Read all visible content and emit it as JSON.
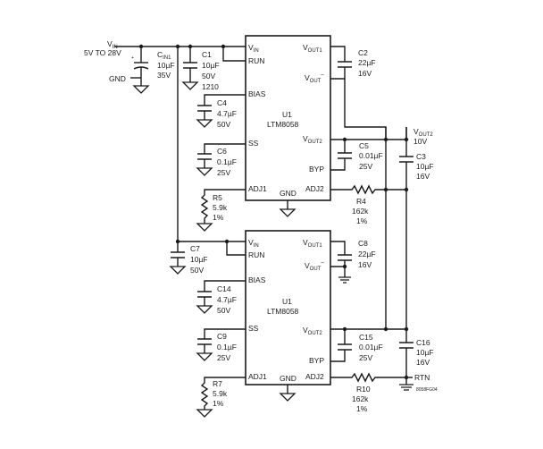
{
  "input": {
    "vin": "V",
    "vin_sub": "IN",
    "range": "5V TO 28V",
    "gnd": "GND"
  },
  "cin": {
    "ref": "C",
    "ref_sub": "IN1",
    "value": "10µF",
    "rating": "35V"
  },
  "c1": {
    "ref": "C1",
    "value": "10µF",
    "rating": "50V",
    "pkg": "1210"
  },
  "u1": {
    "ref": "U1",
    "part": "LTM8058",
    "pins": {
      "vin": "V",
      "vin_sub": "IN",
      "run": "RUN",
      "bias": "BIAS",
      "ss": "SS",
      "adj1": "ADJ1",
      "gnd": "GND",
      "vout1": "V",
      "vout1_sub": "OUT1",
      "vout_neg": "V",
      "vout_neg_sub": "OUT",
      "vout_neg_sup": "–",
      "vout2": "V",
      "vout2_sub": "OUT2",
      "byp": "BYP",
      "adj2": "ADJ2"
    },
    "c4": {
      "ref": "C4",
      "value": "4.7µF",
      "rating": "50V"
    },
    "c6": {
      "ref": "C6",
      "value": "0.1µF",
      "rating": "25V"
    },
    "r5": {
      "ref": "R5",
      "value": "5.9k",
      "tol": "1%"
    },
    "c2": {
      "ref": "C2",
      "value": "22µF",
      "rating": "16V"
    },
    "c5": {
      "ref": "C5",
      "value": "0.01µF",
      "rating": "25V"
    },
    "r4": {
      "ref": "R4",
      "value": "162k",
      "tol": "1%"
    }
  },
  "c3": {
    "ref": "C3",
    "value": "10µF",
    "rating": "16V"
  },
  "output": {
    "vout": "V",
    "vout_sub": "OUT2",
    "voltage": "10V",
    "rtn": "RTN"
  },
  "c7": {
    "ref": "C7",
    "value": "10µF",
    "rating": "50V"
  },
  "u2": {
    "ref": "U1",
    "part": "LTM8058",
    "pins": {
      "vin": "V",
      "vin_sub": "IN",
      "run": "RUN",
      "bias": "BIAS",
      "ss": "SS",
      "adj1": "ADJ1",
      "gnd": "GND",
      "vout1": "V",
      "vout1_sub": "OUT1",
      "vout_neg": "V",
      "vout_neg_sub": "OUT",
      "vout_neg_sup": "–",
      "vout2": "V",
      "vout2_sub": "OUT2",
      "byp": "BYP",
      "adj2": "ADJ2"
    },
    "c14": {
      "ref": "C14",
      "value": "4.7µF",
      "rating": "50V"
    },
    "c9": {
      "ref": "C9",
      "value": "0.1µF",
      "rating": "25V"
    },
    "r7": {
      "ref": "R7",
      "value": "5.9k",
      "tol": "1%"
    },
    "c8": {
      "ref": "C8",
      "value": "22µF",
      "rating": "16V"
    },
    "c15": {
      "ref": "C15",
      "value": "0.01µF",
      "rating": "25V"
    },
    "r10": {
      "ref": "R10",
      "value": "162k",
      "tol": "1%"
    }
  },
  "c16": {
    "ref": "C16",
    "value": "10µF",
    "rating": "16V"
  },
  "drawing_id": "8058FG04"
}
